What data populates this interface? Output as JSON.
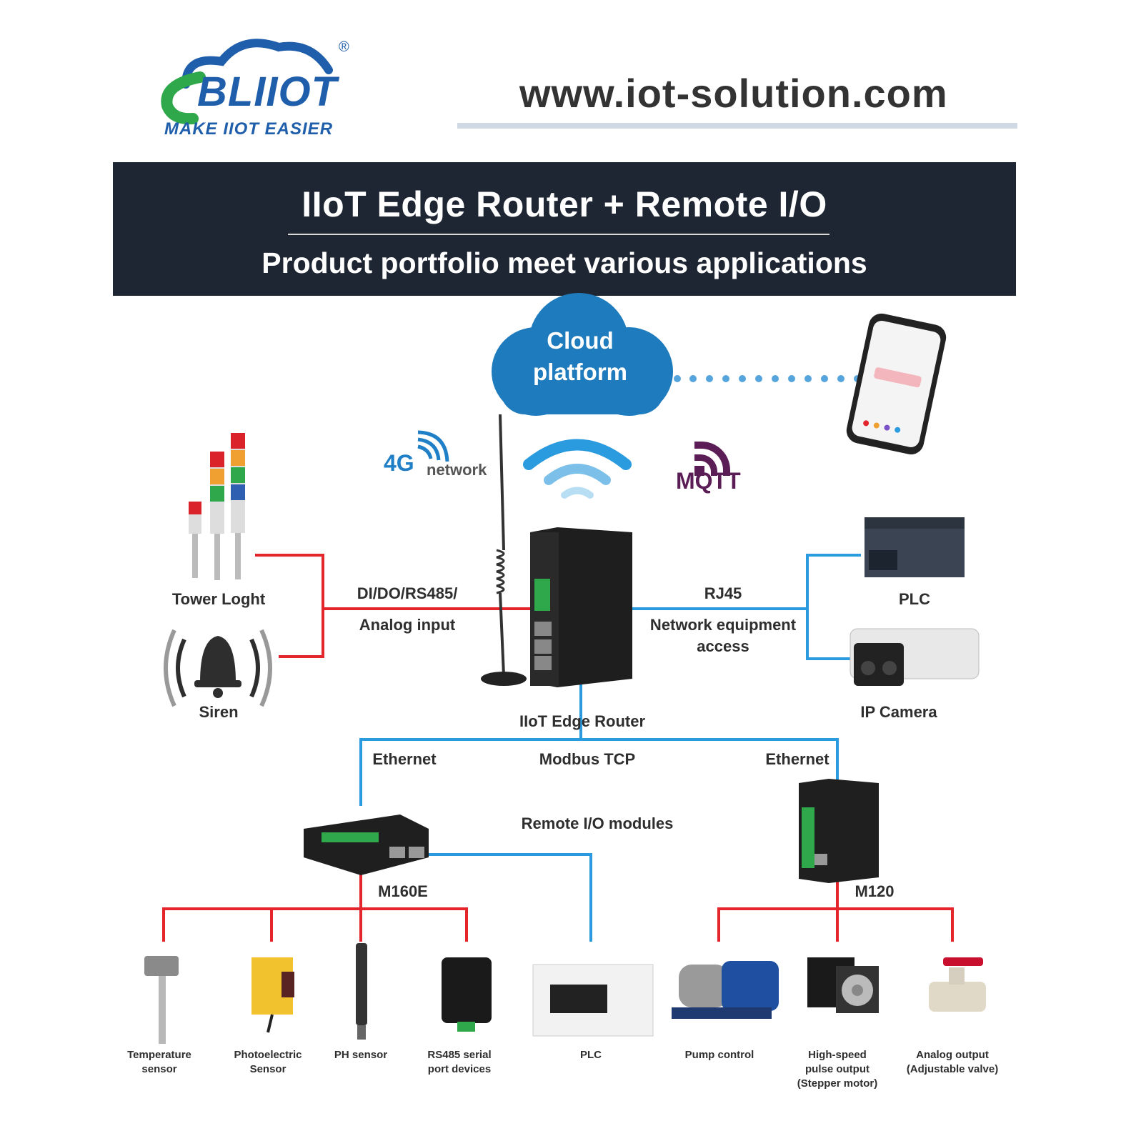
{
  "brand": {
    "logo_name": "BLIIOT",
    "tagline": "MAKE IIOT EASIER",
    "registered": "®",
    "website": "www.iot-solution.com",
    "colors": {
      "blue": "#1f5eaa",
      "green": "#2ea84a",
      "banner": "#1f2633",
      "red_wire": "#e4252b",
      "blue_wire": "#2b9be0"
    }
  },
  "banner": {
    "title": "IIoT Edge Router + Remote I/O",
    "subtitle": "Product portfolio meet various applications"
  },
  "cloud": {
    "label": "Cloud\nplatform"
  },
  "wireless": {
    "network_big": "4G",
    "network_small": "network",
    "protocol": "MQTT"
  },
  "left": {
    "tower_light": "Tower Loght",
    "siren": "Siren",
    "io_line1": "DI/DO/RS485/",
    "io_line2": "Analog input"
  },
  "right": {
    "rj45": "RJ45",
    "net_line1": "Network equipment",
    "net_line2": "access",
    "plc": "PLC",
    "ip_camera": "IP Camera"
  },
  "center": {
    "router_label": "IIoT Edge Router",
    "ethernet_left": "Ethernet",
    "modbus": "Modbus TCP",
    "ethernet_right": "Ethernet",
    "remote_io": "Remote I/O modules",
    "m160e": "M160E",
    "m120": "M120"
  },
  "bottom_devices": [
    {
      "label": "Temperature\nsensor"
    },
    {
      "label": "Photoelectric\nSensor"
    },
    {
      "label": "PH sensor"
    },
    {
      "label": "RS485 serial\nport devices"
    },
    {
      "label": "PLC"
    },
    {
      "label": "Pump control"
    },
    {
      "label": "High-speed\npulse output\n(Stepper motor)"
    },
    {
      "label": "Analog output\n(Adjustable valve)"
    }
  ]
}
